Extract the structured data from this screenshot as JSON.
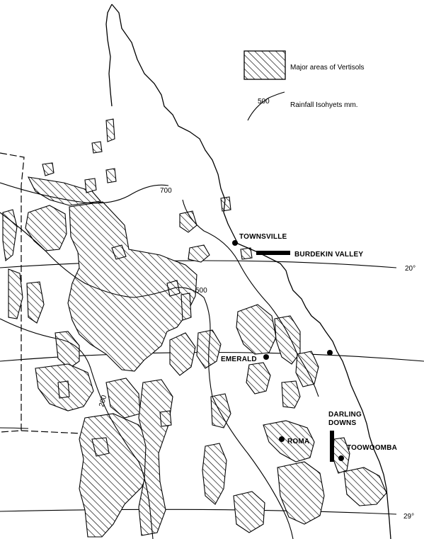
{
  "legend": {
    "vertisols_label": "Major areas of Vertisols",
    "isohyet_value": "500",
    "isohyet_label": "Rainfall Isohyets mm."
  },
  "isohyets": {
    "iso_700": "700",
    "iso_500": "500",
    "iso_200": "200"
  },
  "places": {
    "townsville": "TOWNSVILLE",
    "burdekin": "BURDEKIN VALLEY",
    "emerald": "EMERALD",
    "roma": "ROMA",
    "darling_1": "DARLING",
    "darling_2": "DOWNS",
    "toowoomba": "TOOWOOMBA"
  },
  "latitudes": {
    "lat_20": "20°",
    "lat_29": "29°"
  },
  "colors": {
    "ink": "#000000",
    "paper": "#ffffff"
  }
}
